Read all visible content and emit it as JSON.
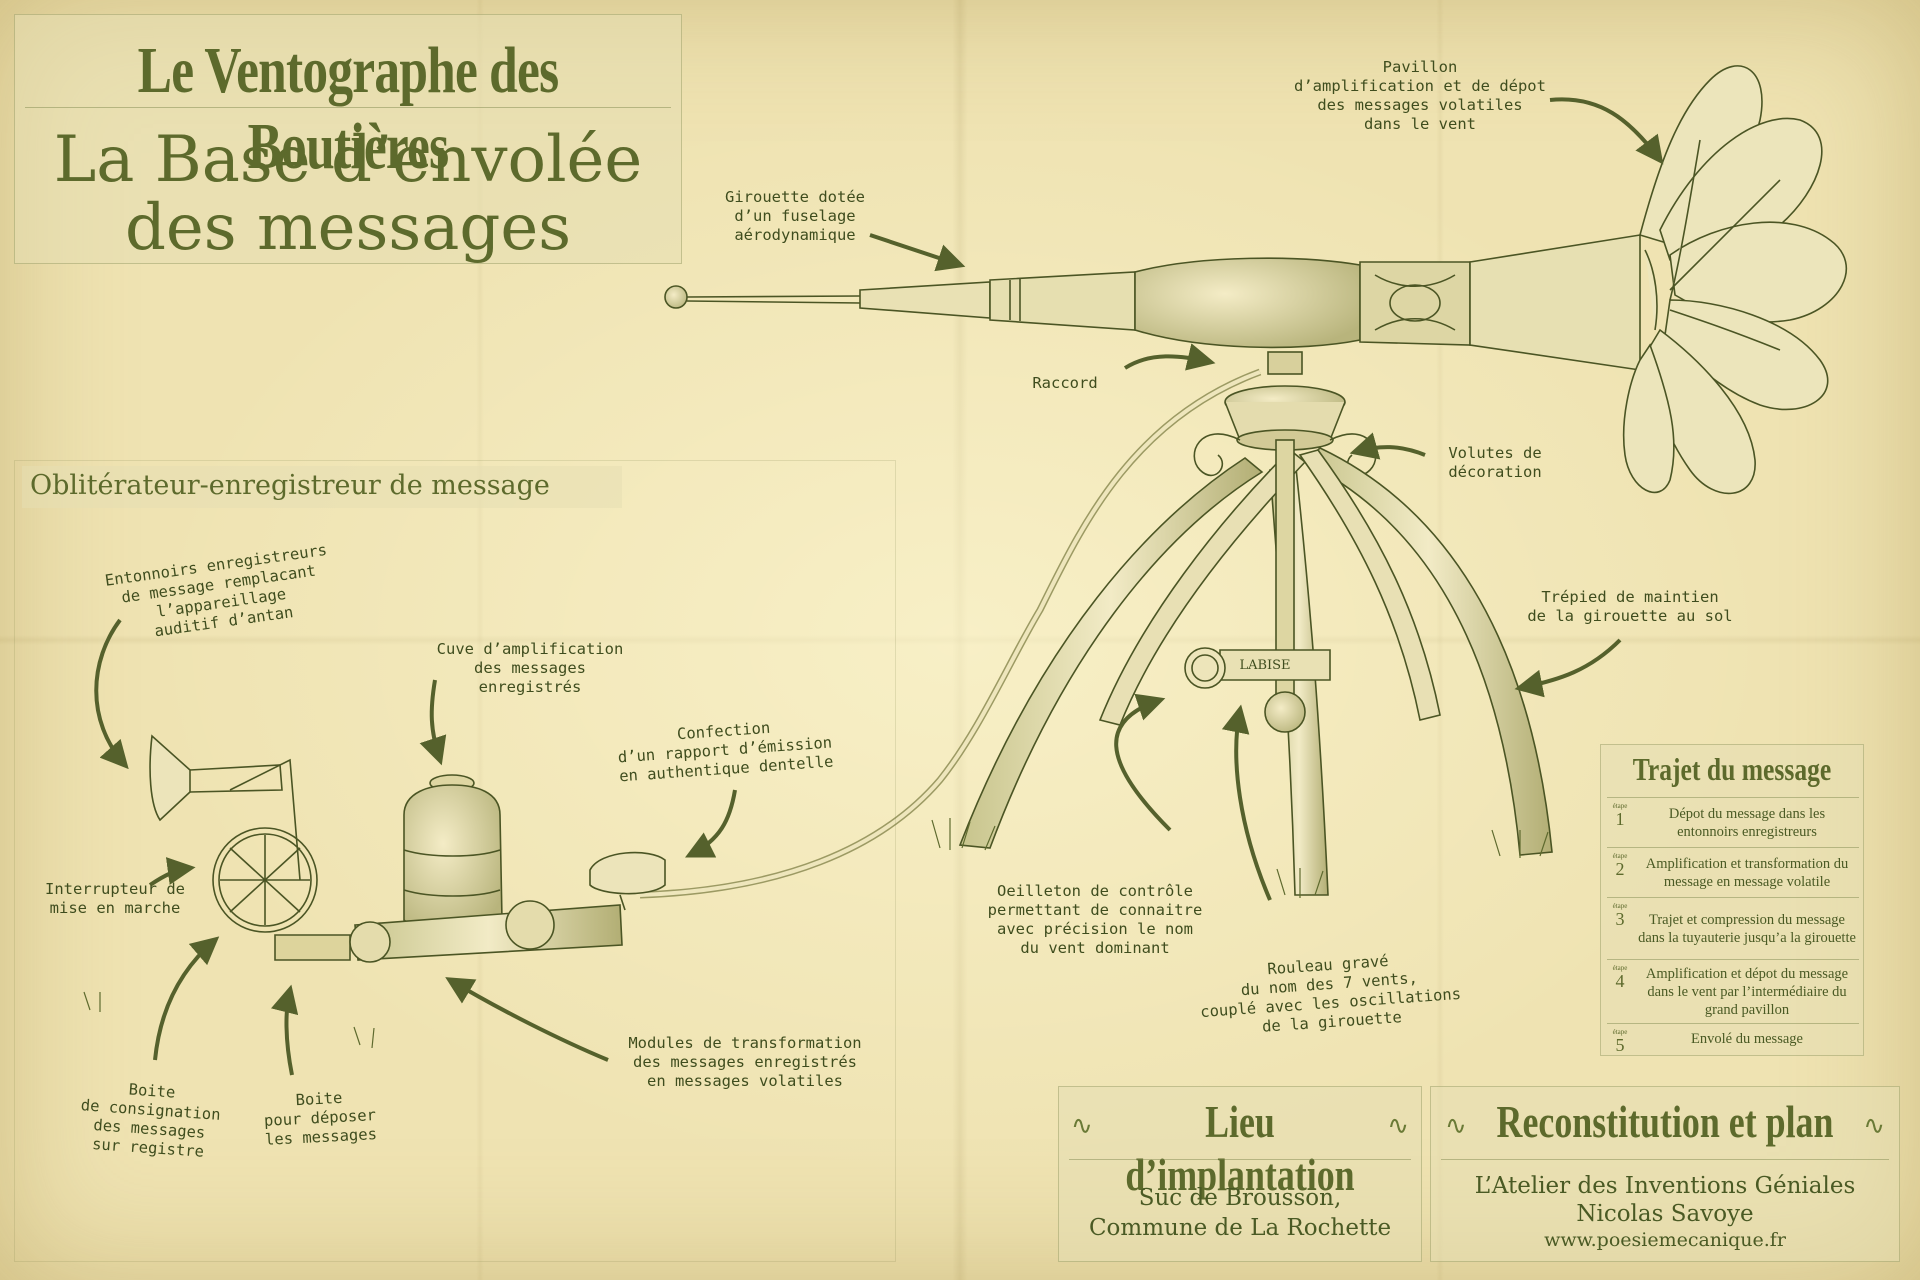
{
  "title": {
    "line1": "Le Ventographe des Boutières",
    "line2": "La Base d’envolée",
    "line3": "des messages"
  },
  "section_title": "Oblitérateur-enregistreur de message",
  "labels": {
    "pavillon": "Pavillon\nd’amplification et de dépot\ndes messages volatiles\ndans le vent",
    "girouette": "Girouette dotée\nd’un fuselage\naérodynamique",
    "raccord": "Raccord",
    "volutes": "Volutes de\ndécoration",
    "trepied": "Trépied de maintien\nde la girouette au sol",
    "entonnoirs": "Entonnoirs enregistreurs\nde message remplacant\nl’appareillage\nauditif d’antan",
    "cuve": "Cuve d’amplification\ndes messages\nenregistrés",
    "confection": "Confection\nd’un rapport d’émission\nen authentique dentelle",
    "interrupteur": "Interrupteur de\nmise en marche",
    "oeilleton": "Oeilleton de contrôle\npermettant de connaitre\navec précision le nom\ndu vent dominant",
    "rouleau": "Rouleau gravé\ndu nom des 7 vents,\ncouplé avec les oscillations\nde la girouette",
    "modules": "Modules de transformation\ndes messages enregistrés\nen messages volatiles",
    "boite_consignation": "Boite\nde consignation\ndes messages\nsur registre",
    "boite_deposer": "Boite\npour déposer\nles messages"
  },
  "engraving": "LABISE",
  "route": {
    "title": "Trajet du message",
    "stage_word": "étape",
    "steps": [
      {
        "n": "1",
        "text": "Dépot du message dans les entonnoirs enregistreurs"
      },
      {
        "n": "2",
        "text": "Amplification et transformation du message en message volatile"
      },
      {
        "n": "3",
        "text": "Trajet et compression du message dans la tuyauterie jusqu’a la girouette"
      },
      {
        "n": "4",
        "text": "Amplification et dépot du message dans le vent par l’intermédiaire du grand pavillon"
      },
      {
        "n": "5",
        "text": "Envolé du message"
      }
    ]
  },
  "lieu": {
    "title": "Lieu d’implantation",
    "line1": "Suc de Brousson,",
    "line2": "Commune de La Rochette"
  },
  "reconstitution": {
    "title": "Reconstitution et plan",
    "line1": "L’Atelier des Inventions Géniales",
    "line2": "Nicolas Savoye",
    "line3": "www.poesiemecanique.fr"
  },
  "icons": {
    "swirl": "swirl-ornament-icon",
    "arrow": "curved-arrow-icon"
  },
  "colors": {
    "paper": "#efe3b2",
    "ink": "#4a5a24",
    "title": "#5d6a2c"
  }
}
